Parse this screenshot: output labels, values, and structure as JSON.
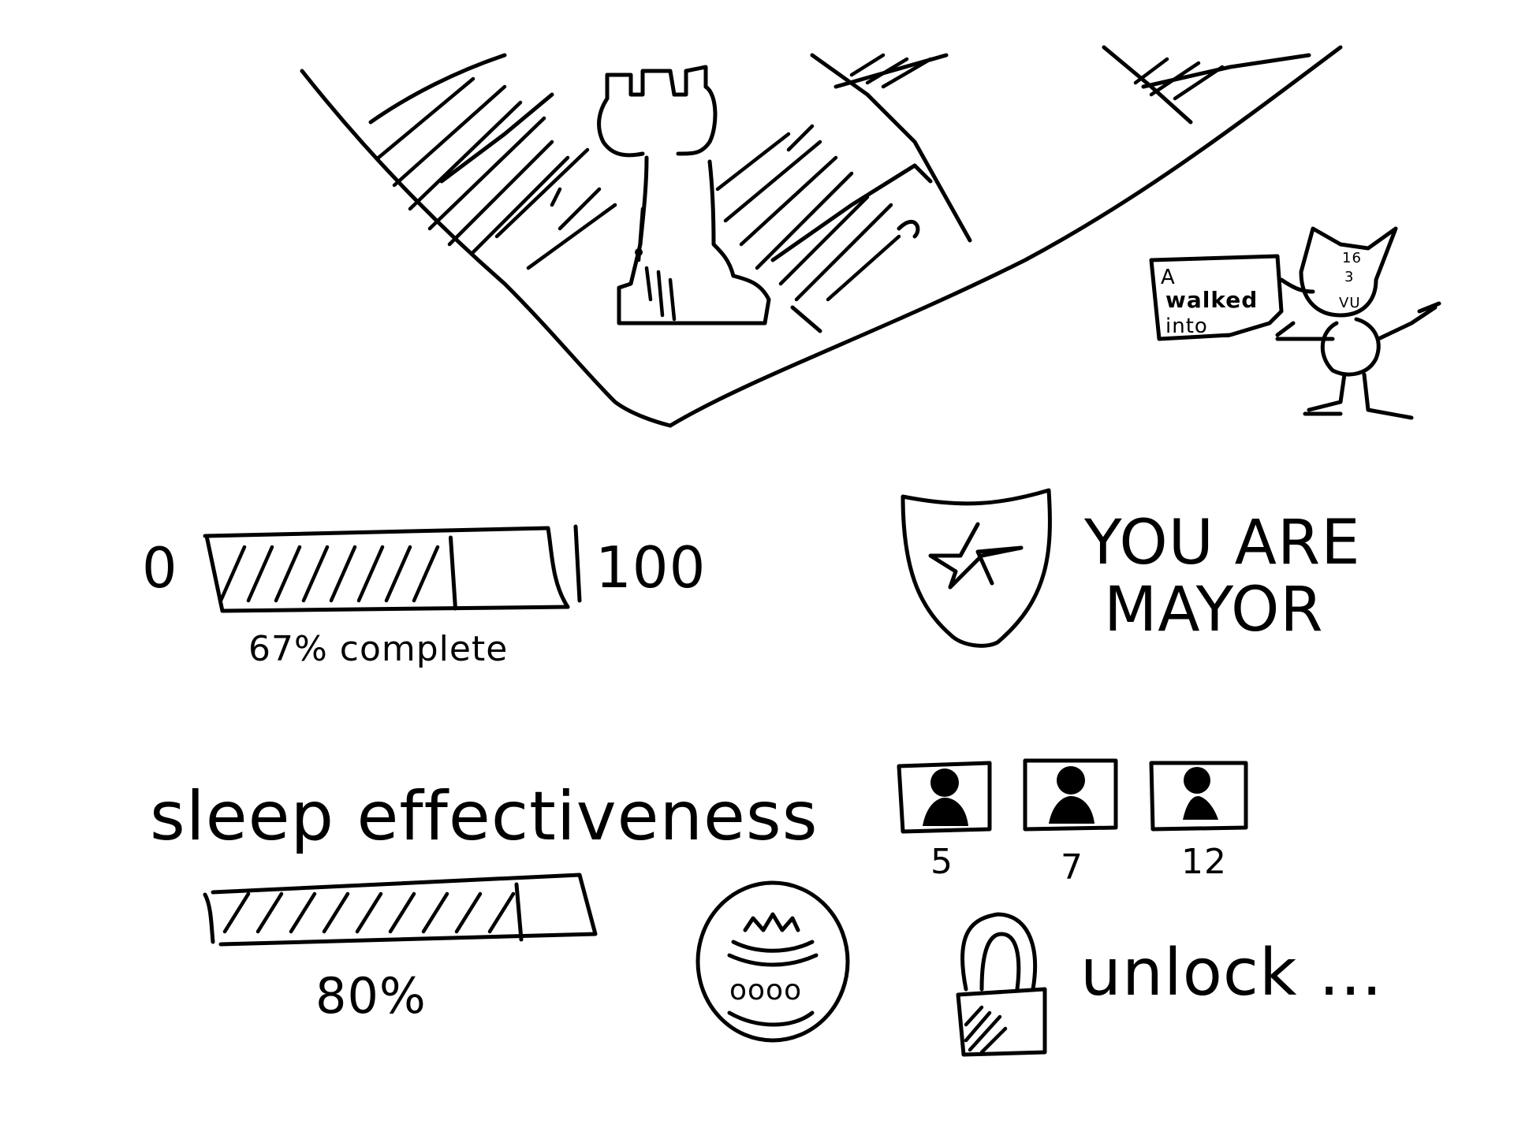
{
  "map": {
    "sign_lines": [
      "A",
      "walked",
      "into__"
    ],
    "cat_face_text": [
      "16",
      "3",
      "VU"
    ]
  },
  "progress": {
    "min_label": "0",
    "max_label": "100",
    "value_percent": 67,
    "caption": "67% complete"
  },
  "mayor": {
    "line1": "YOU ARE",
    "line2": "MAYOR",
    "badge_icon": "star-shield-icon"
  },
  "sleep": {
    "title": "sleep effectiveness",
    "value_percent": 80,
    "caption": "80%"
  },
  "avatars": [
    {
      "icon": "person-icon",
      "count": "5"
    },
    {
      "icon": "person-icon",
      "count": "7"
    },
    {
      "icon": "person-icon",
      "count": "12"
    }
  ],
  "coin": {
    "icon": "crown-coin-icon",
    "text": "oooo"
  },
  "unlock": {
    "icon": "padlock-icon",
    "label": "unlock ..."
  }
}
